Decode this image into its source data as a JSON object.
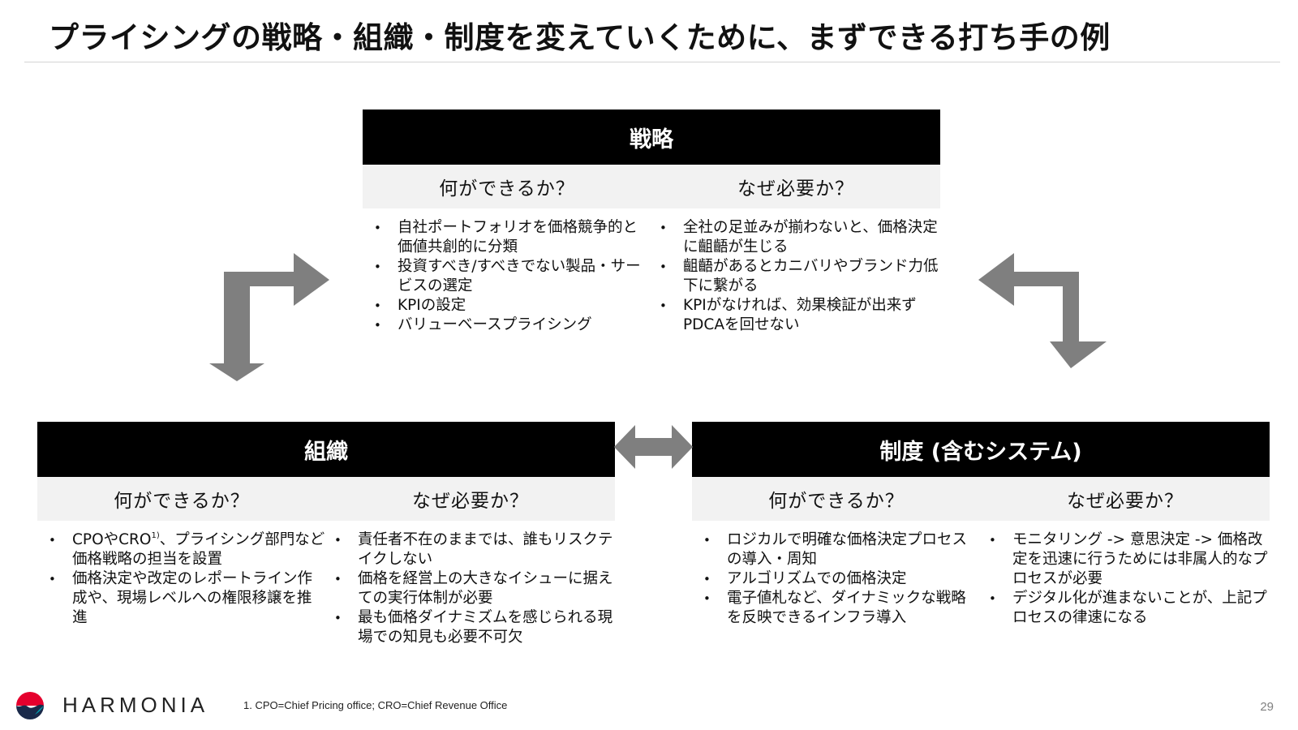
{
  "slide": {
    "title": "プライシングの戦略・組織・制度を変えていくために、まずできる打ち手の例",
    "page_number": "29"
  },
  "sections": {
    "strategy": {
      "title": "戦略",
      "left_header": "何ができるか？",
      "right_header": "なぜ必要か？",
      "left_items": [
        "自社ポートフォリオを価格競争的と価値共創的に分類",
        "投資すべき/すべきでない製品・サービスの選定",
        "KPIの設定",
        "バリューベースプライシング"
      ],
      "right_items": [
        "全社の足並みが揃わないと、価格決定に齟齬が生じる",
        "齟齬があるとカニバリやブランド力低下に繋がる",
        "KPIがなければ、効果検証が出来ずPDCAを回せない"
      ]
    },
    "organization": {
      "title": "組織",
      "left_header": "何ができるか？",
      "right_header": "なぜ必要か？",
      "left_item_1_pre": "CPOやCRO",
      "left_item_1_sup": "1)",
      "left_item_1_post": "、プライシング部門など価格戦略の担当を設置",
      "left_items_rest": [
        "価格決定や改定のレポートライン作成や、現場レベルへの権限移譲を推進"
      ],
      "right_items": [
        "責任者不在のままでは、誰もリスクテイクしない",
        "価格を経営上の大きなイシューに据えての実行体制が必要",
        "最も価格ダイナミズムを感じられる現場での知見も必要不可欠"
      ]
    },
    "system": {
      "title": "制度 (含むシステム)",
      "left_header": "何ができるか？",
      "right_header": "なぜ必要か？",
      "left_items": [
        "ロジカルで明確な価格決定プロセスの導入・周知",
        "アルゴリズムでの価格決定",
        "電子値札など、ダイナミックな戦略を反映できるインフラ導入"
      ],
      "right_items": [
        "モニタリング -> 意思決定 -> 価格改定を迅速に行うためには非属人的なプロセスが必要",
        "デジタル化が進まないことが、上記プロセスの律速になる"
      ]
    }
  },
  "footer": {
    "logo_text": "HARMONIA",
    "footnote": "1. CPO=Chief Pricing office; CRO=Chief Revenue Office"
  },
  "colors": {
    "header_bg": "#000000",
    "subheader_bg": "#f2f2f2",
    "arrow": "#7f7f7f",
    "logo_red": "#e5002d",
    "logo_navy": "#1a2a4a",
    "logo_teal": "#00a0b0"
  },
  "icons": {
    "arrow_left": "elbow-arrow-icon",
    "arrow_right": "elbow-arrow-icon",
    "arrow_mid": "double-arrow-icon",
    "logo": "harmonia-logo-icon"
  }
}
